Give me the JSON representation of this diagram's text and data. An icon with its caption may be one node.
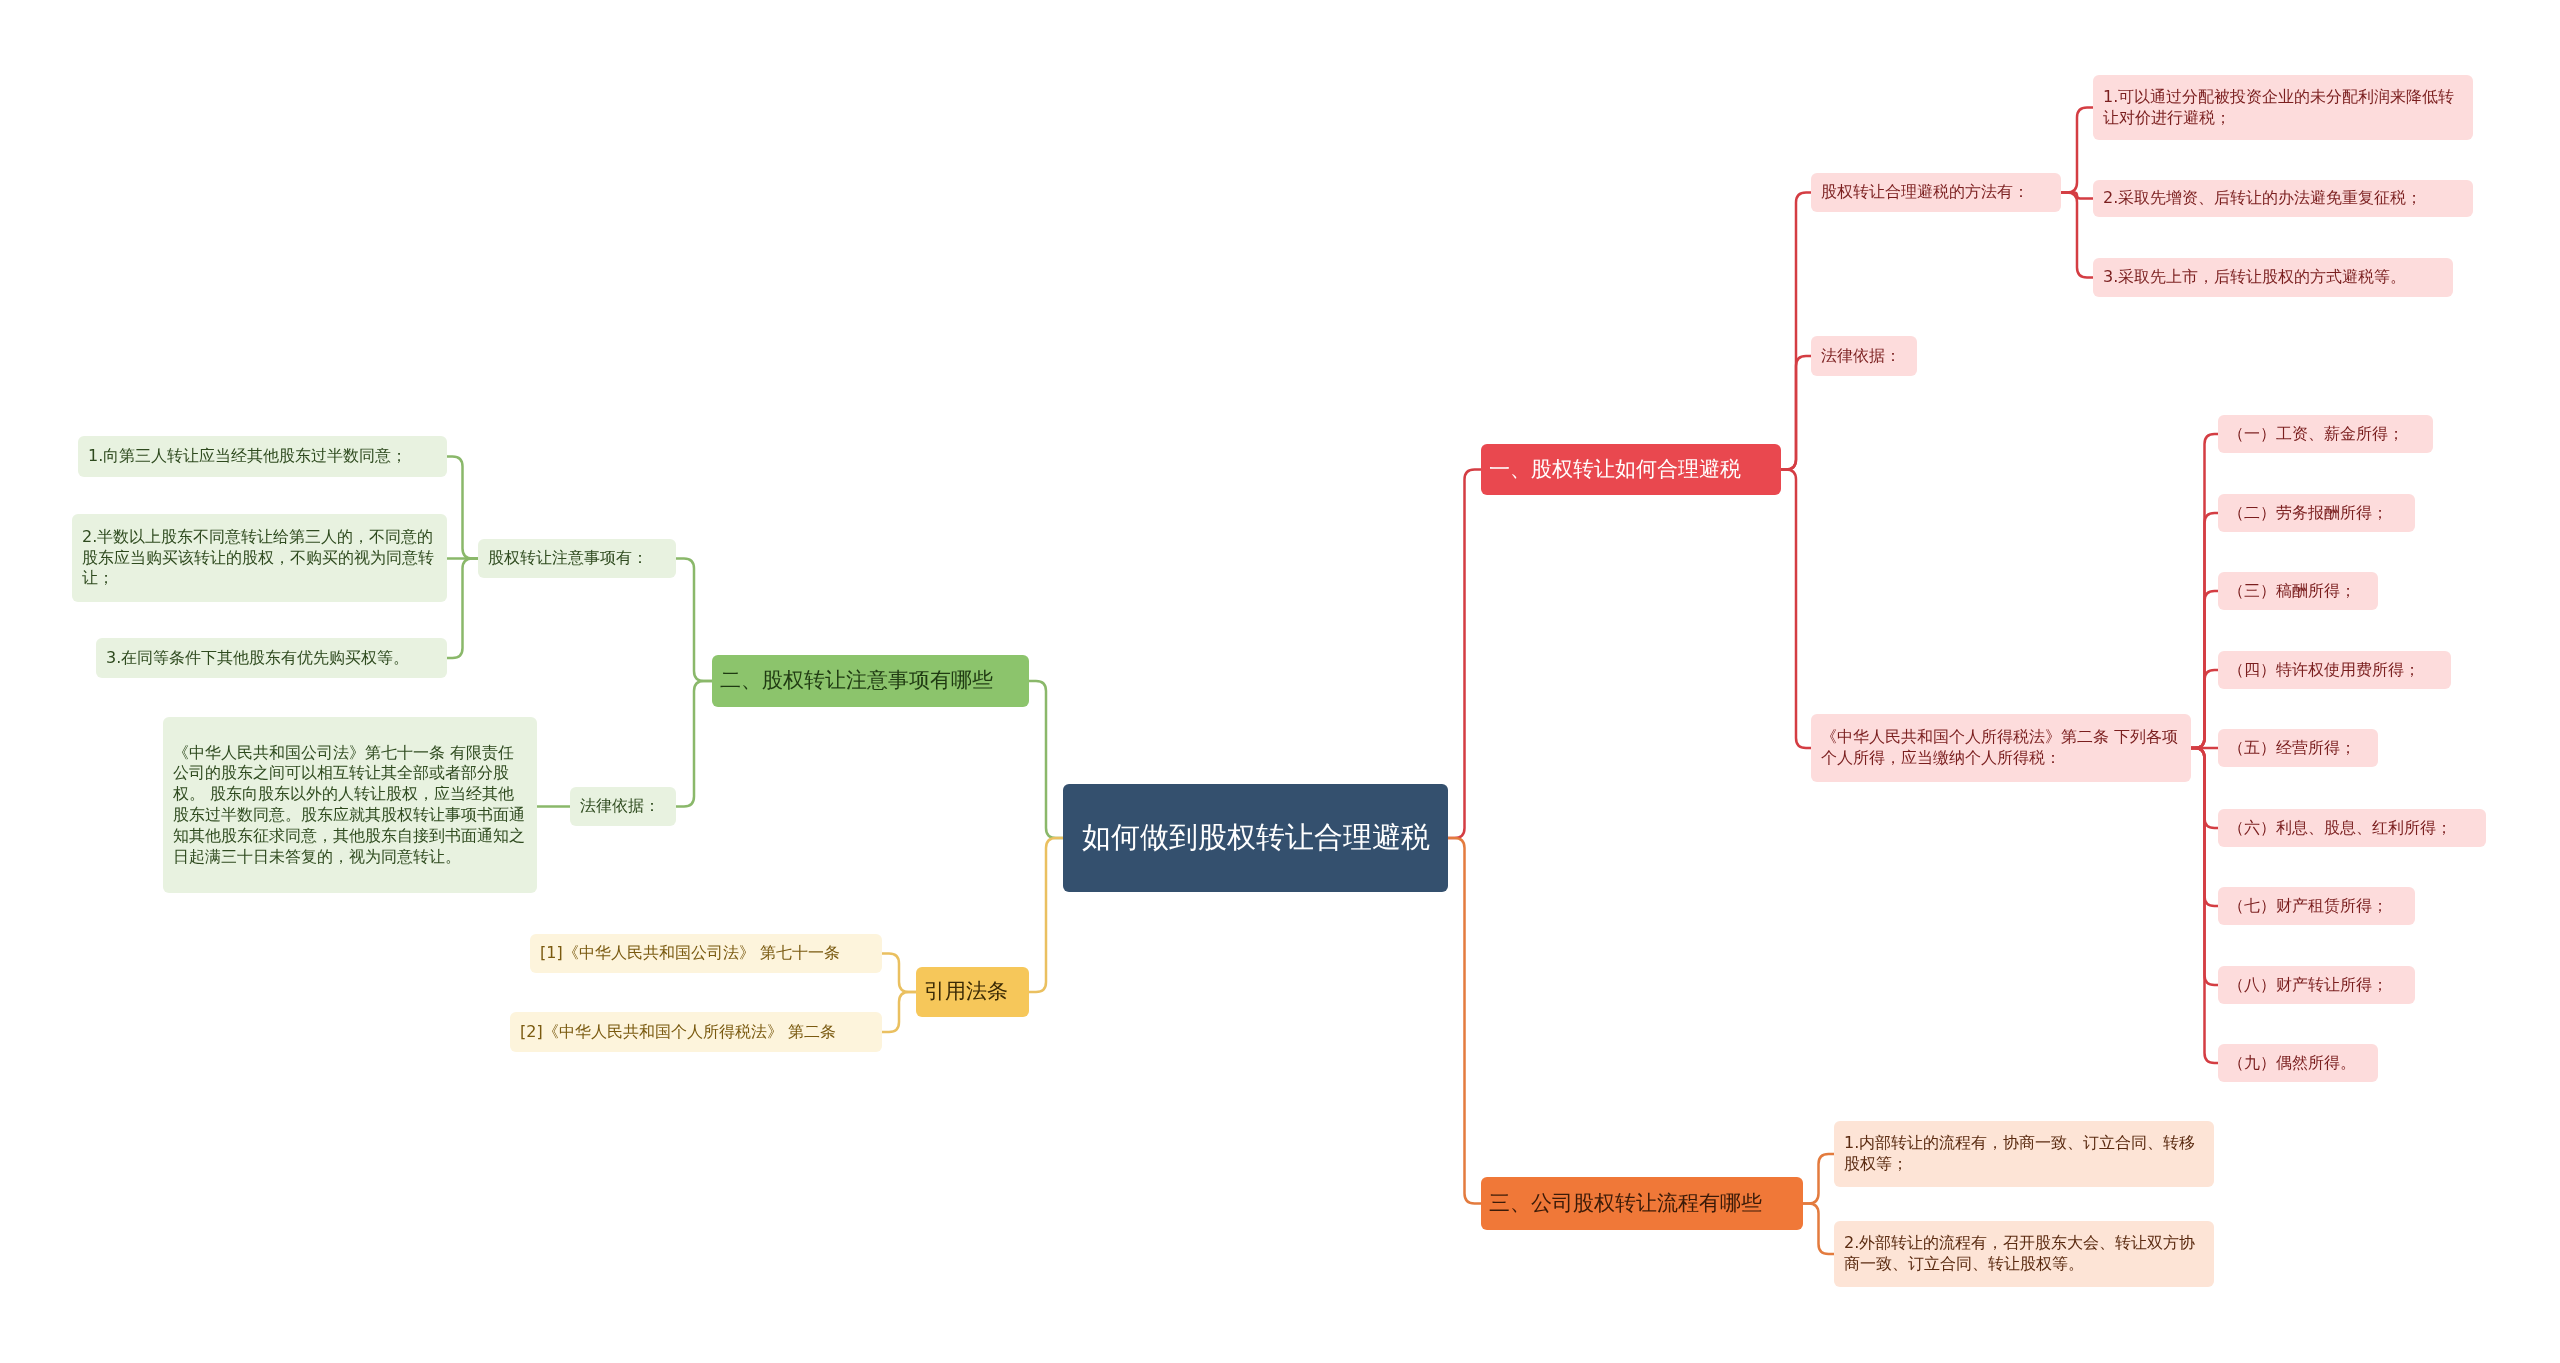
{
  "diagram": {
    "nodes": [
      {
        "text": [
          "如何做到股权转让合理避税"
        ]
      },
      {
        "text": [
          "一、股权转让如何合理避税"
        ]
      },
      {
        "text": [
          "股权转让合理避税的方法有："
        ]
      },
      {
        "text": [
          "1.可以通过分配被投资企业的未分配利润来降低转让对价进行避税；"
        ]
      },
      {
        "text": [
          "2.采取先增资、后转让的办法避免重复征税；"
        ]
      },
      {
        "text": [
          "3.采取先上市，后转让股权的方式避税等。"
        ]
      },
      {
        "text": [
          "法律依据："
        ]
      },
      {
        "text": [
          "《中华人民共和国个人所得税法》第二条 下列各项个人所得，应当缴纳个人所得税："
        ]
      },
      {
        "text": [
          "（一）工资、薪金所得；"
        ]
      },
      {
        "text": [
          "（二）劳务报酬所得；"
        ]
      },
      {
        "text": [
          "（三）稿酬所得；"
        ]
      },
      {
        "text": [
          "（四）特许权使用费所得；"
        ]
      },
      {
        "text": [
          "（五）经营所得；"
        ]
      },
      {
        "text": [
          "（六）利息、股息、红利所得；"
        ]
      },
      {
        "text": [
          "（七）财产租赁所得；"
        ]
      },
      {
        "text": [
          "（八）财产转让所得；"
        ]
      },
      {
        "text": [
          "（九）偶然所得。"
        ]
      },
      {
        "text": [
          "三、公司股权转让流程有哪些"
        ]
      },
      {
        "text": [
          "1.内部转让的流程有，协商一致、订立合同、转移股权等；"
        ]
      },
      {
        "text": [
          "2.外部转让的流程有，召开股东大会、转让双方协商一致、订立合同、转让股权等。"
        ]
      },
      {
        "text": [
          "二、股权转让注意事项有哪些"
        ]
      },
      {
        "text": [
          "股权转让注意事项有："
        ]
      },
      {
        "text": [
          "1.向第三人转让应当经其他股东过半数同意；"
        ]
      },
      {
        "text": [
          "2.半数以上股东不同意转让给第三人的，不同意的股东应当购买该转让的股权，不购买的视为同意转让；"
        ]
      },
      {
        "text": [
          "3.在同等条件下其他股东有优先购买权等。"
        ]
      },
      {
        "text": [
          "法律依据："
        ]
      },
      {
        "text": [
          "《中华人民共和国公司法》第七十一条 有限责任公司的股东之间可以相互转让其全部或者部分股权。 股东向股东以外的人转让股权，应当经其他股东过半数同意。股东应就其股权转让事项书面通知其他股东征求同意，其他股东自接到书面通知之日起满三十日未答复的，视为同意转让。"
        ]
      },
      {
        "text": [
          "引用法条"
        ]
      },
      {
        "text": [
          "[1]《中华人民共和国公司法》 第七十一条"
        ]
      },
      {
        "text": [
          "[2]《中华人民共和国个人所得税法》 第二条"
        ]
      }
    ],
    "edges": [
      {
        "from": 0,
        "to": 1,
        "arrow": "none"
      },
      {
        "from": 1,
        "to": 2,
        "arrow": "none"
      },
      {
        "from": 2,
        "to": 3,
        "arrow": "none"
      },
      {
        "from": 2,
        "to": 4,
        "arrow": "none"
      },
      {
        "from": 2,
        "to": 5,
        "arrow": "none"
      },
      {
        "from": 1,
        "to": 6,
        "arrow": "none"
      },
      {
        "from": 1,
        "to": 7,
        "arrow": "none"
      },
      {
        "from": 7,
        "to": 8,
        "arrow": "none"
      },
      {
        "from": 7,
        "to": 9,
        "arrow": "none"
      },
      {
        "from": 7,
        "to": 10,
        "arrow": "none"
      },
      {
        "from": 7,
        "to": 11,
        "arrow": "none"
      },
      {
        "from": 7,
        "to": 12,
        "arrow": "none"
      },
      {
        "from": 7,
        "to": 13,
        "arrow": "none"
      },
      {
        "from": 7,
        "to": 14,
        "arrow": "none"
      },
      {
        "from": 7,
        "to": 15,
        "arrow": "none"
      },
      {
        "from": 7,
        "to": 16,
        "arrow": "none"
      },
      {
        "from": 0,
        "to": 17,
        "arrow": "none",
        "color": "#e37b3e"
      },
      {
        "from": 17,
        "to": 18,
        "arrow": "none",
        "color": "#e37b3e"
      },
      {
        "from": 17,
        "to": 19,
        "arrow": "none",
        "color": "#e37b3e"
      },
      {
        "from": 0,
        "to": 20,
        "arrow": "none",
        "color": "#8ab86a"
      },
      {
        "from": 20,
        "to": 21,
        "arrow": "none",
        "color": "#8ab86a"
      },
      {
        "from": 21,
        "to": 22,
        "arrow": "none",
        "color": "#8ab86a"
      },
      {
        "from": 21,
        "to": 23,
        "arrow": "none",
        "color": "#8ab86a"
      },
      {
        "from": 21,
        "to": 24,
        "arrow": "none",
        "color": "#8ab86a"
      },
      {
        "from": 20,
        "to": 25,
        "arrow": "none",
        "color": "#8ab86a"
      },
      {
        "from": 25,
        "to": 26,
        "arrow": "none",
        "color": "#8ab86a"
      },
      {
        "from": 0,
        "to": 27,
        "arrow": "none",
        "color": "#eac060"
      },
      {
        "from": 27,
        "to": 28,
        "arrow": "none",
        "color": "#eac060"
      },
      {
        "from": 27,
        "to": 29,
        "arrow": "none",
        "color": "#eac060"
      }
    ]
  }
}
